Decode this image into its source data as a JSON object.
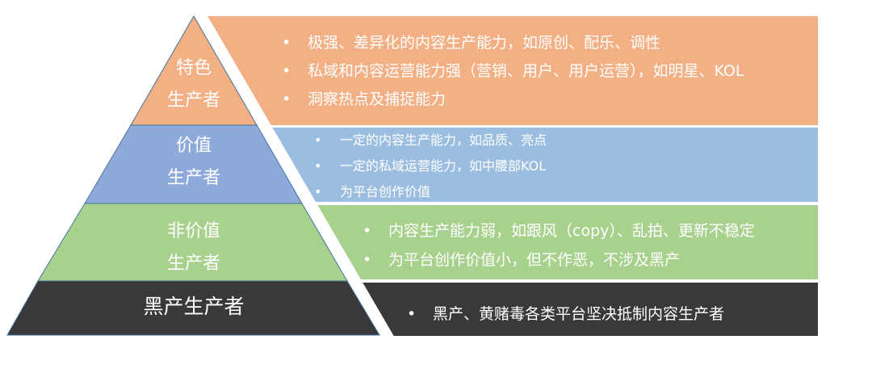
{
  "colors": {
    "tier1": "#f3b085",
    "tier2_left": "#8eaadb",
    "tier2_right": "#9bbde0",
    "tier3": "#a9d18e",
    "tier4": "#3a3838",
    "outline": "#41719c",
    "text": "#ffffff"
  },
  "pyramid": {
    "tiers": [
      {
        "line1": "特色",
        "line2": "生产者"
      },
      {
        "line1": "价值",
        "line2": "生产者"
      },
      {
        "line1": "非价值",
        "line2": "生产者"
      },
      {
        "line1": "黑产生产者"
      }
    ]
  },
  "panels": [
    {
      "bullets": [
        "极强、差异化的内容生产能力，如原创、配乐、调性",
        "私域和内容运营能力强（营销、用户、用户运营），如明星、KOL",
        "洞察热点及捕捉能力"
      ]
    },
    {
      "bullets": [
        "一定的内容生产能力，如品质、亮点",
        "一定的私域运营能力，如中腰部KOL",
        "为平台创作价值"
      ]
    },
    {
      "bullets": [
        "内容生产能力弱，如跟风（copy）、乱拍、更新不稳定",
        "为平台创作价值小，但不作恶，不涉及黑产"
      ]
    },
    {
      "bullets": [
        "黑产、黄赌毒各类平台坚决抵制内容生产者"
      ]
    }
  ],
  "bullet_glyph": "•"
}
